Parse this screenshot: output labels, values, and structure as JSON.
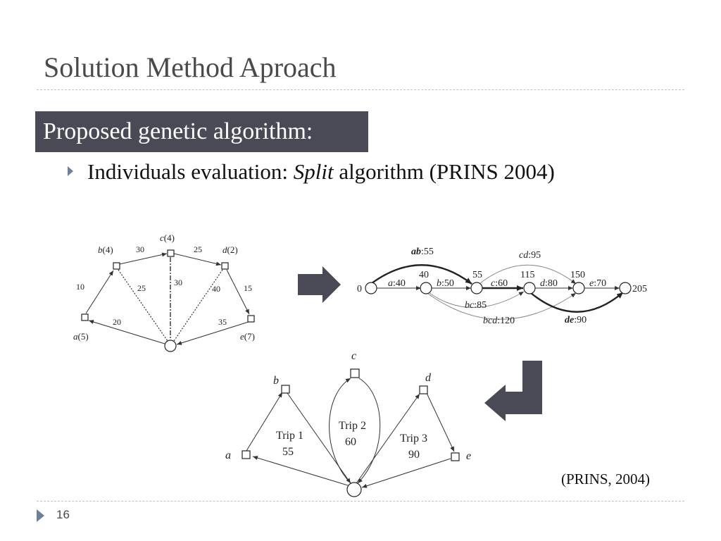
{
  "slide": {
    "title": "Solution Method Aproach",
    "heading": "Proposed genetic algorithm:",
    "bullet": {
      "prefix": "Individuals evaluation: ",
      "emphasis": "Split",
      "suffix": " algorithm (PRINS 2004)"
    },
    "citation": "(PRINS, 2004)",
    "page_number": "16"
  },
  "figure_graph": {
    "nodes": [
      {
        "name": "b",
        "demand": "(4)"
      },
      {
        "name": "c",
        "demand": "(4)"
      },
      {
        "name": "d",
        "demand": "(2)"
      },
      {
        "name": "a",
        "demand": "(5)"
      },
      {
        "name": "e",
        "demand": "(7)"
      }
    ],
    "edge_labels": [
      "30",
      "25",
      "10",
      "25",
      "30",
      "40",
      "15",
      "20",
      "35"
    ]
  },
  "figure_split": {
    "node_labels": [
      "0",
      "40",
      "55",
      "115",
      "150",
      "205"
    ],
    "arc_labels": [
      {
        "seq": "a",
        "cost": ":40"
      },
      {
        "seq": "b",
        "cost": ":50"
      },
      {
        "seq": "c",
        "cost": ":60"
      },
      {
        "seq": "d",
        "cost": ":80"
      },
      {
        "seq": "e",
        "cost": ":70"
      },
      {
        "seq": "ab",
        "cost": ":55"
      },
      {
        "seq": "cd",
        "cost": ":95"
      },
      {
        "seq": "bc",
        "cost": ":85"
      },
      {
        "seq": "bcd",
        "cost": ":120"
      },
      {
        "seq": "de",
        "cost": ":90"
      }
    ]
  },
  "figure_trips": {
    "nodes": [
      "a",
      "b",
      "c",
      "d",
      "e"
    ],
    "trips": [
      {
        "name": "Trip 1",
        "cost": "55"
      },
      {
        "name": "Trip 2",
        "cost": "60"
      },
      {
        "name": "Trip 3",
        "cost": "90"
      }
    ]
  },
  "colors": {
    "heading_bg": "#4a4a57",
    "block_arrow": "#4a4a57",
    "bullet_marker": "#6d7f99",
    "title_text": "#4a4a4a"
  }
}
